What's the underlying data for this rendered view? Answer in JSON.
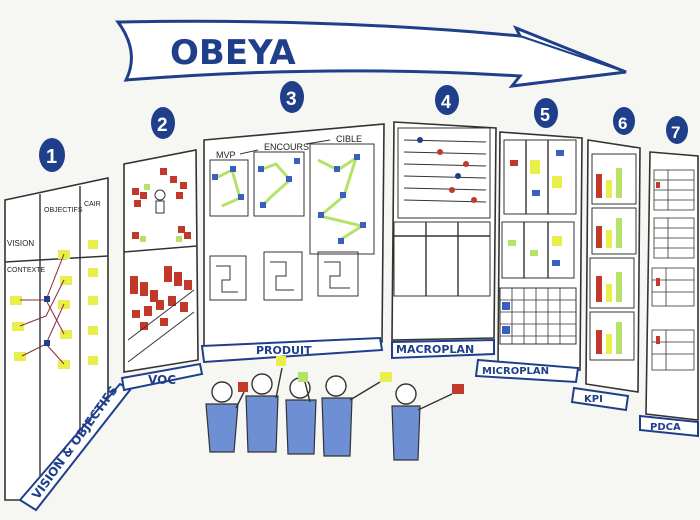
{
  "banner": {
    "title": "OBEYA"
  },
  "steps": [
    "1",
    "2",
    "3",
    "4",
    "5",
    "6",
    "7"
  ],
  "panels": {
    "p1": {
      "label": "VISION & OBJECTIFS",
      "col_vision": "VISION",
      "col_objectifs": "OBJECTIFS",
      "col_cairo": "CAIR",
      "contexte": "CONTEXTE"
    },
    "p2": {
      "label": "VOC"
    },
    "p3": {
      "label": "PRODUIT",
      "mvp": "MVP",
      "encours": "ENCOURS",
      "cible": "CIBLE"
    },
    "p4": {
      "label": "MACROPLAN"
    },
    "p5": {
      "label": "MICROPLAN"
    },
    "p6": {
      "label": "KPI"
    },
    "p7": {
      "label": "PDCA"
    }
  },
  "colors": {
    "ink": "#1f3f8a",
    "blue_fill": "#6f8fd4",
    "red": "#c0392b",
    "yellow": "#e8ef4a",
    "green": "#b7e26a",
    "orange": "#e86a2c"
  }
}
